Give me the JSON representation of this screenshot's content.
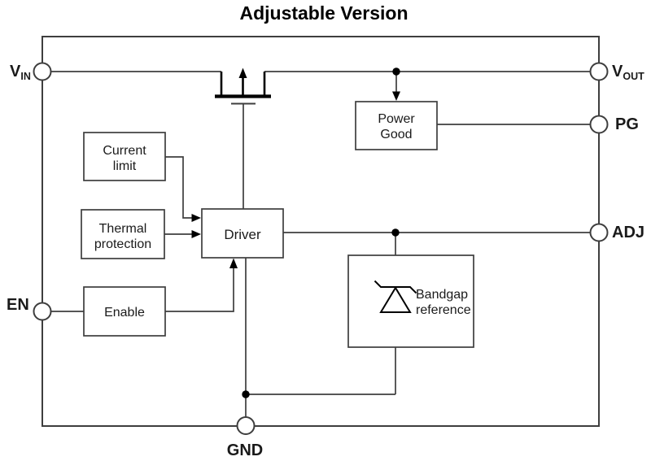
{
  "title": "Adjustable Version",
  "pins": {
    "vin": {
      "label": "V",
      "sub": "IN"
    },
    "vout": {
      "label": "V",
      "sub": "OUT"
    },
    "pg": {
      "label": "PG"
    },
    "adj": {
      "label": "ADJ"
    },
    "en": {
      "label": "EN"
    },
    "gnd": {
      "label": "GND"
    }
  },
  "blocks": {
    "current_limit": {
      "line1": "Current",
      "line2": "limit"
    },
    "thermal_protection": {
      "line1": "Thermal",
      "line2": "protection"
    },
    "driver": {
      "label": "Driver"
    },
    "enable": {
      "label": "Enable"
    },
    "power_good": {
      "line1": "Power",
      "line2": "Good"
    },
    "bandgap_reference": {
      "line1": "Bandgap",
      "line2": "reference"
    }
  },
  "icons": {
    "pass_transistor": "pmos-transistor-icon",
    "bandgap_diode": "zener-diode-icon",
    "pin_terminal": "pin-circle-icon"
  },
  "colors": {
    "line": "#3e3e3e",
    "solid_black": "#000000",
    "text": "#1a1a1a",
    "background": "#ffffff"
  }
}
